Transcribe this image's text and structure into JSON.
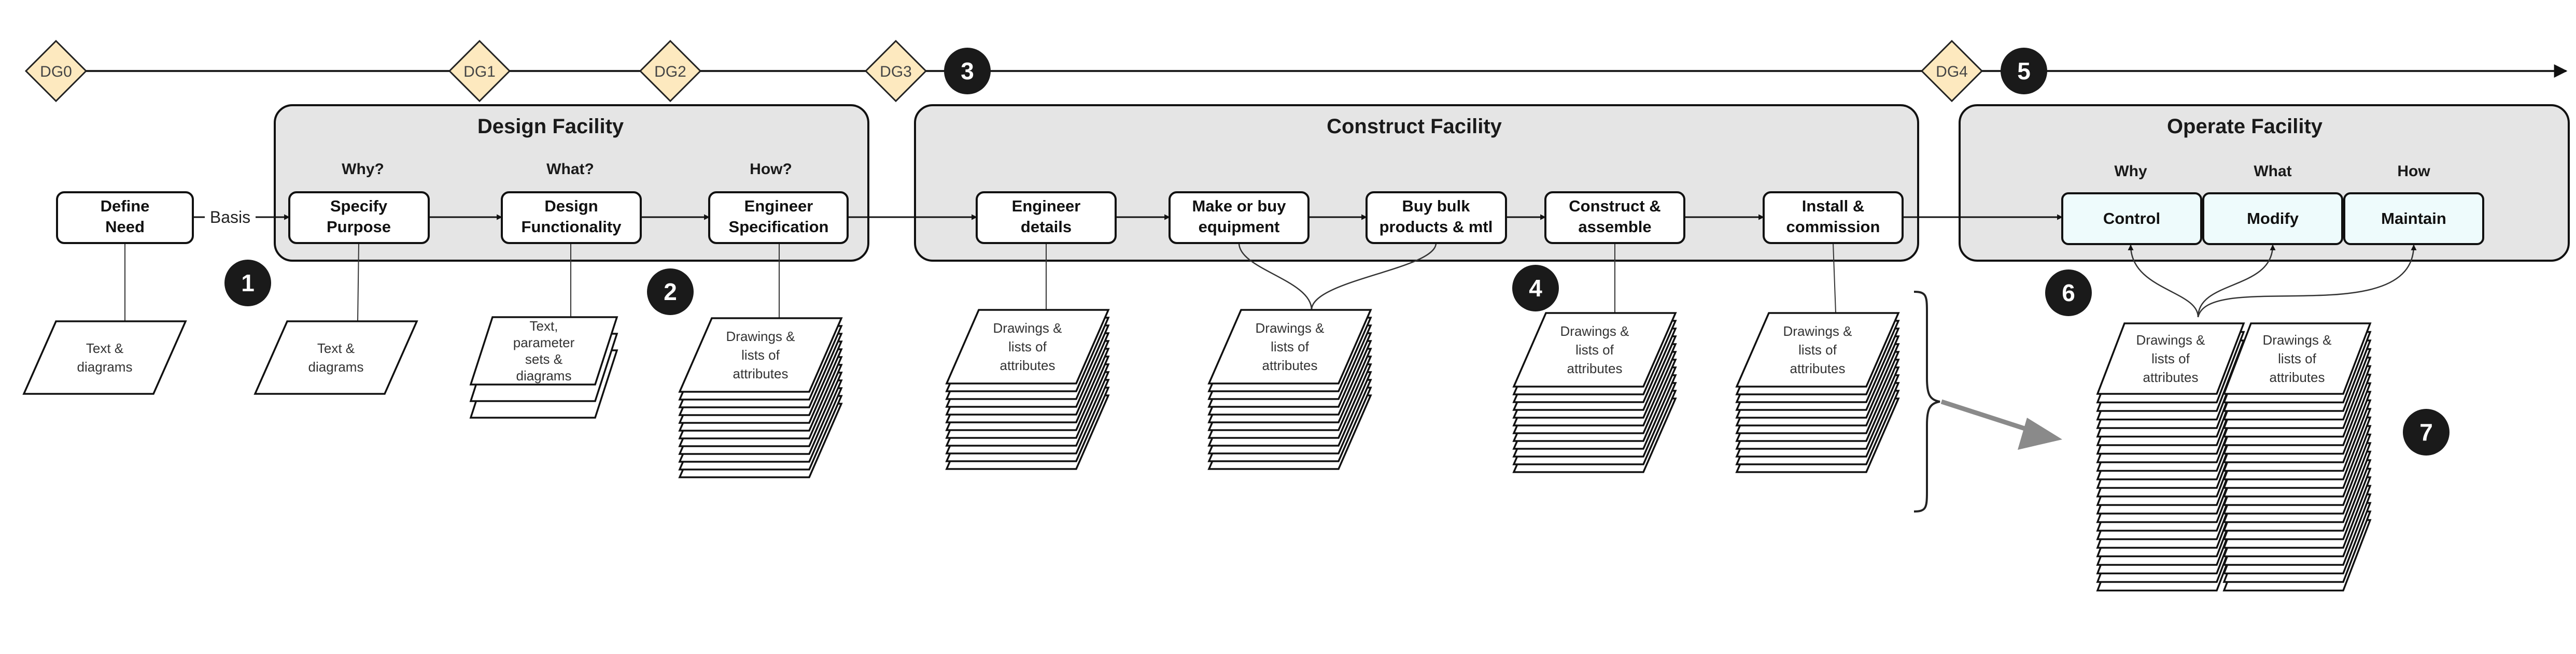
{
  "gates": [
    "DG0",
    "DG1",
    "DG2",
    "DG3",
    "DG4"
  ],
  "markers": [
    "1",
    "2",
    "3",
    "4",
    "5",
    "6",
    "7"
  ],
  "groups": {
    "design": "Design Facility",
    "construct": "Construct Facility",
    "operate": "Operate Facility"
  },
  "questions": {
    "why": "Why?",
    "what": "What?",
    "how": "How?",
    "op_why": "Why",
    "op_what": "What",
    "op_how": "How"
  },
  "connector_label": "Basis",
  "boxes": {
    "define": [
      "Define",
      "Need"
    ],
    "specify": [
      "Specify",
      "Purpose"
    ],
    "design_func": [
      "Design",
      "Functionality"
    ],
    "engineer_spec": [
      "Engineer",
      "Specification"
    ],
    "engineer_details": [
      "Engineer",
      "details"
    ],
    "make_buy": [
      "Make or buy",
      "equipment"
    ],
    "buy_bulk": [
      "Buy bulk",
      "products & mtl"
    ],
    "construct": [
      "Construct &",
      "assemble"
    ],
    "install": [
      "Install &",
      "commission"
    ],
    "control": "Control",
    "modify": "Modify",
    "maintain": "Maintain"
  },
  "docs": {
    "text_diagrams": [
      "Text &",
      "diagrams"
    ],
    "text_params": [
      "Text,",
      "parameter",
      "sets &",
      "diagrams"
    ],
    "drawings": [
      "Drawings &",
      "lists of",
      "attributes"
    ]
  },
  "colors": {
    "gate_fill": "#fde9bf",
    "group_fill": "#e5e5e5",
    "op_box_fill": "#eefbfc",
    "marker_fill": "#1a1a1a",
    "arrow_grey": "#8a8a8a"
  }
}
